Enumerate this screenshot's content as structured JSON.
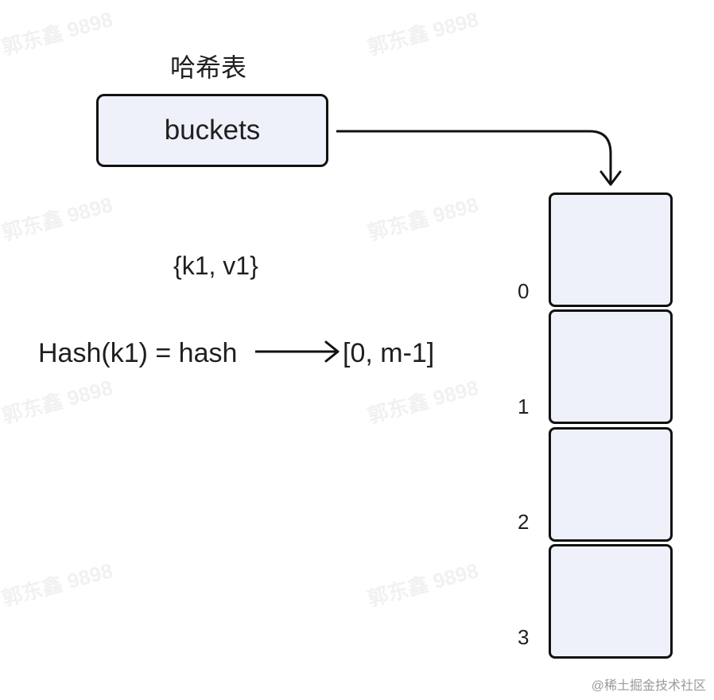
{
  "title": "哈希表",
  "buckets_label": "buckets",
  "kv_pair": "{k1, v1}",
  "hash_expr": "Hash(k1) = hash",
  "hash_range": "[0, m-1]",
  "slots": [
    "0",
    "1",
    "2",
    "3"
  ],
  "watermark": "郭东鑫 9898",
  "credit": "@稀土掘金技术社区",
  "colors": {
    "box_fill": "#eef1f9",
    "stroke": "#111111"
  }
}
